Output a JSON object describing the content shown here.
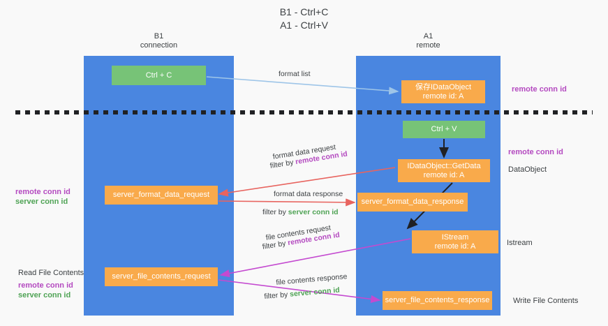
{
  "title": {
    "line1": "B1 - Ctrl+C",
    "line2": "A1 - Ctrl+V"
  },
  "columns": [
    {
      "name": "B1",
      "sub": "connection"
    },
    {
      "name": "A1",
      "sub": "remote"
    }
  ],
  "nodes": {
    "ctrl_c": {
      "label": "Ctrl + C",
      "color": "#77c377"
    },
    "save_dataobject": {
      "label": "保存IDataObject",
      "sub": "remote id: A",
      "color": "#f9aa4b"
    },
    "ctrl_v": {
      "label": "Ctrl + V",
      "color": "#77c377"
    },
    "getdata": {
      "label": "IDataObject::GetData",
      "sub": "remote id: A",
      "color": "#f9aa4b"
    },
    "server_format_data_request": {
      "label": "server_format_data_request",
      "color": "#f9aa4b"
    },
    "server_format_data_response": {
      "label": "server_format_data_response",
      "color": "#f9aa4b"
    },
    "istream": {
      "label": "IStream",
      "sub": "remote id: A",
      "color": "#f9aa4b"
    },
    "server_file_contents_request": {
      "label": "server_file_contents_request",
      "color": "#f9aa4b"
    },
    "server_file_contents_response": {
      "label": "server_file_contents_response",
      "color": "#f9aa4b"
    }
  },
  "edges": {
    "format_list": "format list",
    "format_data_request": "format data request",
    "format_data_request_filter_prefix": "filter by ",
    "format_data_request_filter_key": "remote conn id",
    "format_data_response": "format data response",
    "format_data_response_filter_prefix": "filter by ",
    "format_data_response_filter_key": "server conn id",
    "file_contents_request": "file contents request",
    "file_contents_request_filter_prefix": "filter by ",
    "file_contents_request_filter_key": "remote conn id",
    "file_contents_response": "file contents response",
    "file_contents_response_filter_prefix": "filter by ",
    "file_contents_response_filter_key": "server conn id"
  },
  "annotations": {
    "remote_conn_id": "remote conn id",
    "server_conn_id": "server conn id",
    "dataobject": "DataObject",
    "istream": "Istream",
    "read_file_contents": "Read File Contents",
    "write_file_contents": "Write File Contents"
  },
  "colors": {
    "lane": "#4a86e0",
    "node_green": "#77c377",
    "node_orange": "#f9aa4b",
    "purple": "#b44ac0",
    "green_text": "#4fa355",
    "arrow_lightblue": "#9ec5e8",
    "arrow_red": "#e8645f",
    "arrow_magenta": "#c44ad0",
    "arrow_black": "#202124",
    "divider": "#202124",
    "background": "#f9f9f9"
  }
}
